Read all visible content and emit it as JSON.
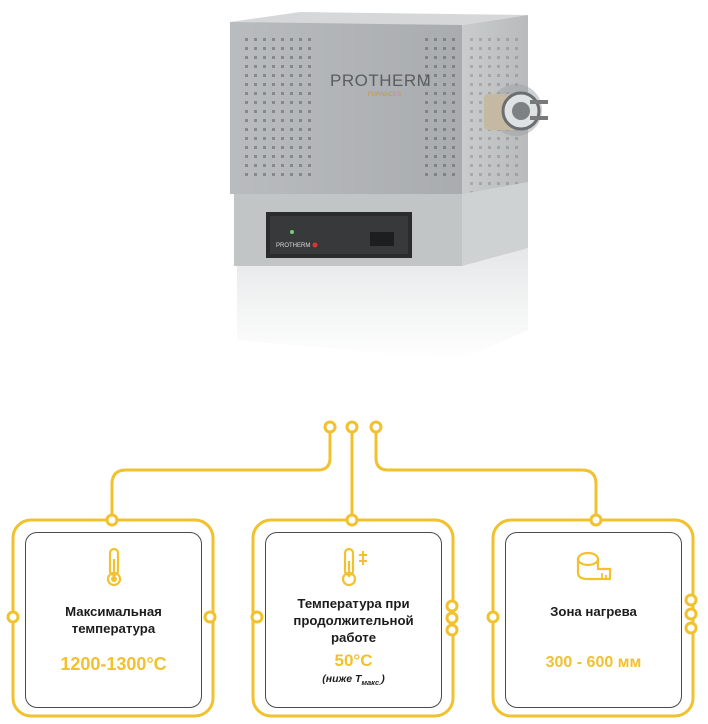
{
  "product": {
    "brand_logo": "PROTHERM",
    "brand_sub": "FURNACES"
  },
  "features": [
    {
      "title": "Максимальная температура",
      "value": "1200-1300°C",
      "icon": "thermometer-icon"
    },
    {
      "title": "Температура при продолжительной работе",
      "value": "50°C",
      "note_prefix": "(ниже T",
      "note_sub": "макс.",
      "note_suffix": ")",
      "icon": "heat-thermometer-icon"
    },
    {
      "title": "Зона нагрева",
      "value": "300 - 600 мм",
      "icon": "measuring-tape-icon"
    }
  ],
  "colors": {
    "accent": "#f1c12e",
    "border": "#4a4a4a",
    "furnace_body": "#b3b6b8"
  }
}
